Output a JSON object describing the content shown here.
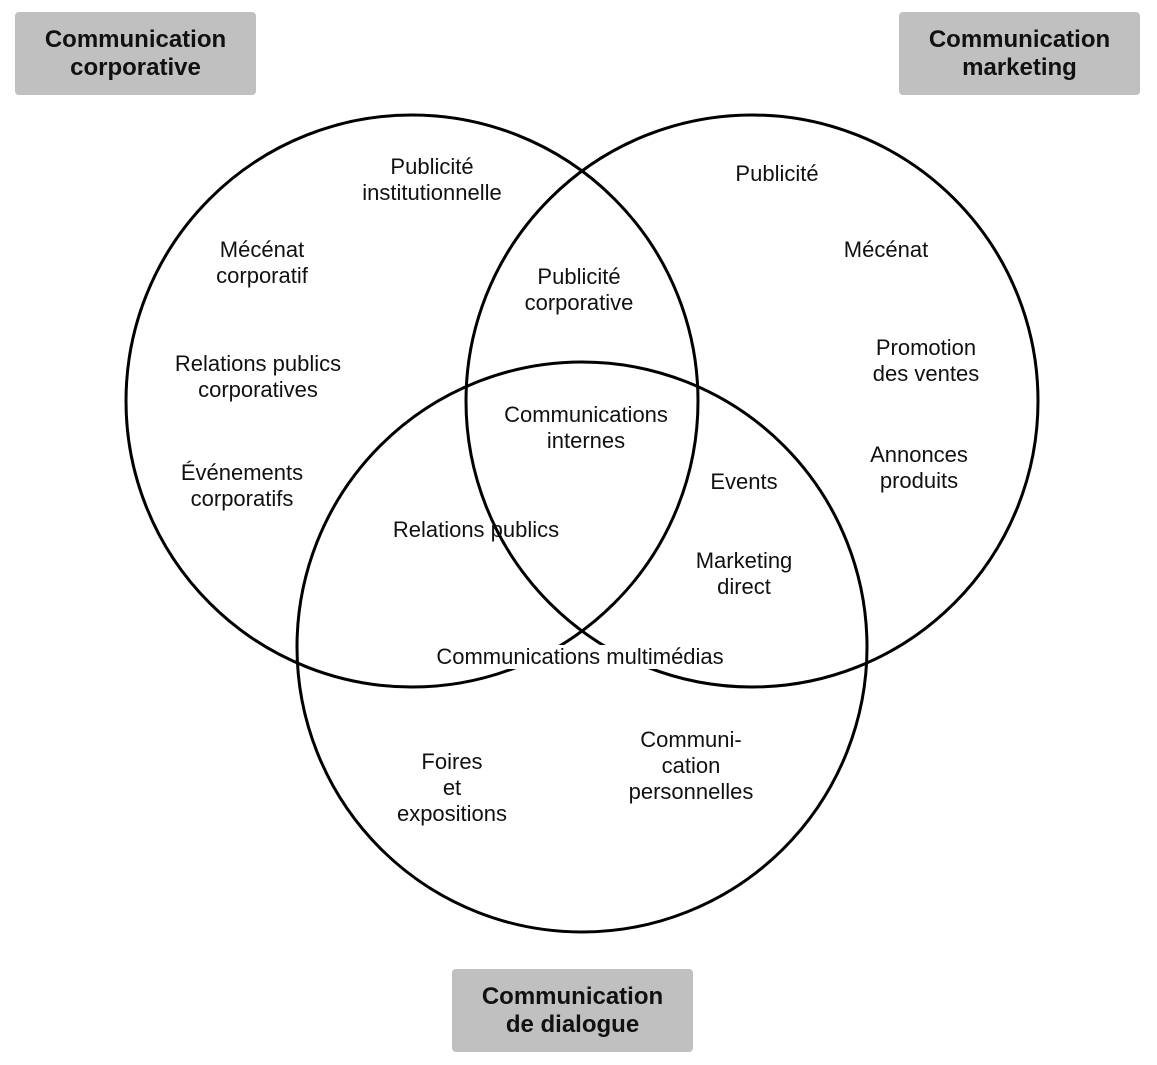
{
  "categories": {
    "corporate": {
      "lines": [
        "Communication",
        "corporative"
      ],
      "color": "#c0c0c0"
    },
    "marketing": {
      "lines": [
        "Communication",
        "marketing"
      ],
      "color": "#c0c0c0"
    },
    "dialogue": {
      "lines": [
        "Communication",
        "de dialogue"
      ],
      "color": "#c0c0c0"
    }
  },
  "regions": {
    "corporate_only": [
      {
        "lines": [
          "Publicité",
          "institutionnelle"
        ]
      },
      {
        "lines": [
          "Mécénat",
          "corporatif"
        ]
      },
      {
        "lines": [
          "Relations publics",
          "corporatives"
        ]
      },
      {
        "lines": [
          "Événements",
          "corporatifs"
        ]
      }
    ],
    "marketing_only": [
      {
        "lines": [
          "Publicité"
        ]
      },
      {
        "lines": [
          "Mécénat"
        ]
      },
      {
        "lines": [
          "Promotion",
          "des ventes"
        ]
      },
      {
        "lines": [
          "Annonces",
          "produits"
        ]
      }
    ],
    "corporate_marketing": [
      {
        "lines": [
          "Publicité",
          "corporative"
        ]
      }
    ],
    "all_three": [
      {
        "lines": [
          "Communications",
          "internes"
        ]
      }
    ],
    "corporate_dialogue": [
      {
        "lines": [
          "Relations publics"
        ]
      }
    ],
    "marketing_dialogue": [
      {
        "lines": [
          "Events"
        ]
      },
      {
        "lines": [
          "Marketing",
          "direct"
        ]
      }
    ],
    "boundary": [
      {
        "lines": [
          "Communications multimédias"
        ]
      }
    ],
    "dialogue_only": [
      {
        "lines": [
          "Foires",
          "et",
          "expositions"
        ]
      },
      {
        "lines": [
          "Communi-",
          "cation",
          "personnelles"
        ]
      }
    ]
  }
}
